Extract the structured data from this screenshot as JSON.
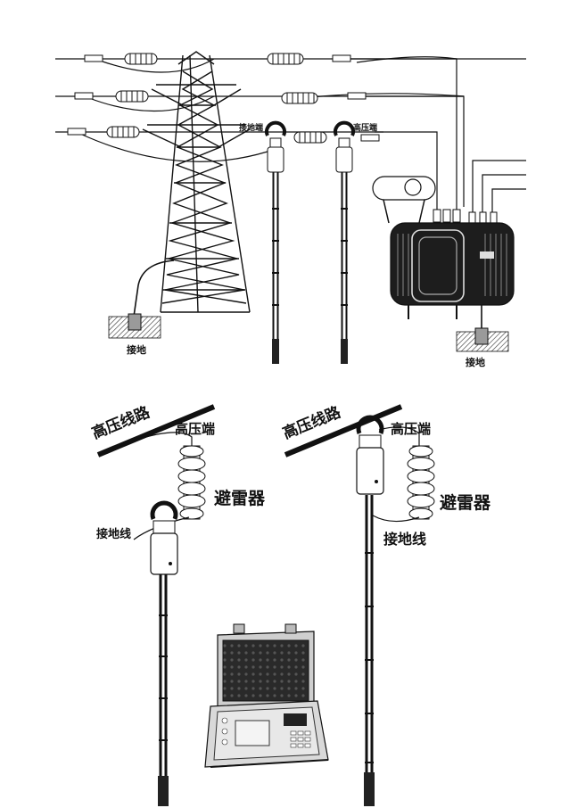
{
  "top_diagram": {
    "ground_label_tower": "接地",
    "ground_label_transformer": "接地",
    "clamp_ground_label": "接地端",
    "clamp_hv_label": "高压端"
  },
  "bottom_left": {
    "line_label": "高压线路",
    "hv_label": "高压端",
    "arrester_label": "避雷器",
    "ground_wire_label": "接地线"
  },
  "bottom_right": {
    "line_label": "高压线路",
    "hv_label": "高压端",
    "arrester_label": "避雷器",
    "ground_wire_label": "接地线"
  },
  "colors": {
    "ink": "#111111",
    "ground_fill": "#9a9a9a",
    "instrument_case": "#d9d9d9"
  }
}
